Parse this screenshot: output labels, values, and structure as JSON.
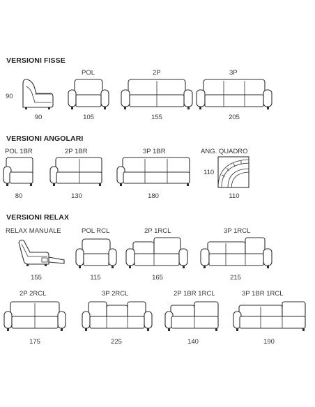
{
  "sections": {
    "fisse": "VERSIONI FISSE",
    "angolari": "VERSIONI ANGOLARI",
    "relax": "VERSIONI RELAX"
  },
  "fisse": {
    "height_dim": "90",
    "items": [
      {
        "name": "",
        "width": "90"
      },
      {
        "name": "POL",
        "width": "105"
      },
      {
        "name": "2P",
        "width": "155"
      },
      {
        "name": "3P",
        "width": "205"
      }
    ]
  },
  "angolari": {
    "items": [
      {
        "name": "POL 1BR",
        "width": "80"
      },
      {
        "name": "2P 1BR",
        "width": "130"
      },
      {
        "name": "3P 1BR",
        "width": "180"
      },
      {
        "name": "ANG. QUADRO",
        "width": "110",
        "depth": "110"
      }
    ]
  },
  "relax": {
    "row1": [
      {
        "name": "RELAX MANUALE",
        "width": "155"
      },
      {
        "name": "POL RCL",
        "width": "115"
      },
      {
        "name": "2P 1RCL",
        "width": "165"
      },
      {
        "name": "3P 1RCL",
        "width": "215"
      }
    ],
    "row2": [
      {
        "name": "2P 2RCL",
        "width": "175"
      },
      {
        "name": "3P 2RCL",
        "width": "225"
      },
      {
        "name": "2P  1BR 1RCL",
        "width": "140"
      },
      {
        "name": "3P 1BR 1RCL",
        "width": "190"
      }
    ]
  }
}
